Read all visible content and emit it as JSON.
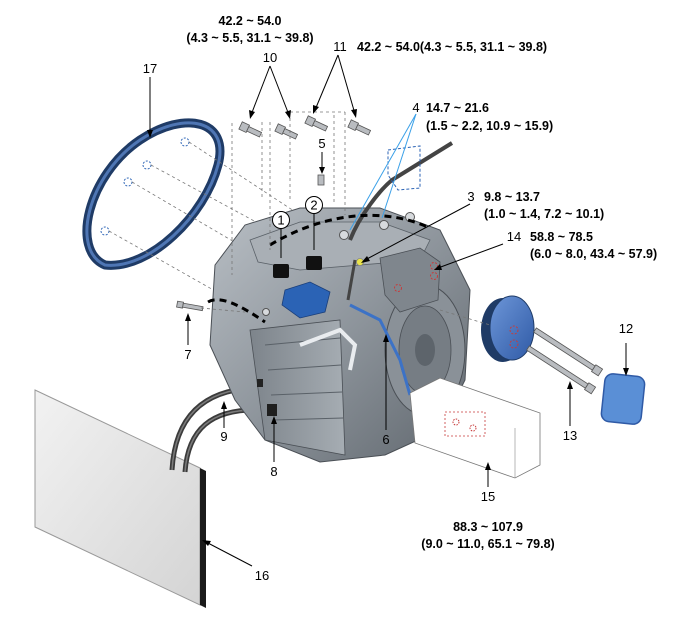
{
  "diagram": {
    "callouts": [
      {
        "id": "c1",
        "text": "1"
      },
      {
        "id": "c2",
        "text": "2"
      },
      {
        "id": "c3",
        "text": "3"
      },
      {
        "id": "c4",
        "text": "4"
      },
      {
        "id": "c5",
        "text": "5"
      },
      {
        "id": "c6",
        "text": "6"
      },
      {
        "id": "c7",
        "text": "7"
      },
      {
        "id": "c8",
        "text": "8"
      },
      {
        "id": "c9",
        "text": "9"
      },
      {
        "id": "c10",
        "text": "10"
      },
      {
        "id": "c11",
        "text": "11"
      },
      {
        "id": "c12",
        "text": "12"
      },
      {
        "id": "c13",
        "text": "13"
      },
      {
        "id": "c14",
        "text": "14"
      },
      {
        "id": "c15",
        "text": "15"
      },
      {
        "id": "c16",
        "text": "16"
      },
      {
        "id": "c17",
        "text": "17"
      }
    ],
    "torques": {
      "t10_line1": "42.2 ~ 54.0",
      "t10_line2": "(4.3 ~ 5.5, 31.1 ~ 39.8)",
      "t11": "42.2 ~ 54.0(4.3 ~ 5.5, 31.1 ~ 39.8)",
      "t4_line1": "14.7 ~ 21.6",
      "t4_line2": "(1.5 ~ 2.2, 10.9 ~ 15.9)",
      "t3_line1": "9.8 ~ 13.7",
      "t3_line2": "(1.0 ~ 1.4, 7.2 ~ 10.1)",
      "t14_line1": "58.8 ~ 78.5",
      "t14_line2": "(6.0 ~ 8.0, 43.4 ~ 57.9)",
      "t15_line1": "88.3 ~ 107.9",
      "t15_line2": "(9.0 ~ 11.0, 65.1 ~ 79.8)"
    },
    "colors": {
      "belt": "#2a4a7a",
      "housing": "#8e959c",
      "accent_blue": "#2b63b5",
      "cover": "#5a8fd6",
      "radiator": "#e6e6e6"
    }
  }
}
